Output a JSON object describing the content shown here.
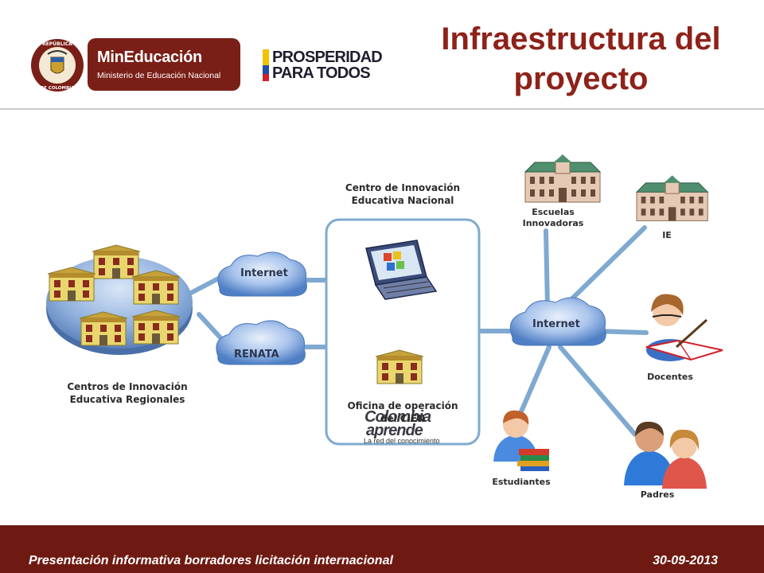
{
  "header": {
    "seal_top": "REPÚBLICA",
    "seal_bottom": "DE COLOMBIA",
    "ministry_name": "MinEducación",
    "ministry_sub": "Ministerio de Educación Nacional",
    "slogan_line1": "PROSPERIDAD",
    "slogan_line2": "PARA TODOS",
    "title_line1": "Infraestructura del",
    "title_line2": "proyecto"
  },
  "diagram": {
    "regional_label_1": "Centros de Innovación",
    "regional_label_2": "Educativa Regionales",
    "cloud_internet_left": "Internet",
    "cloud_renata": "RENATA",
    "national_label_1": "Centro de Innovación",
    "national_label_2": "Educativa Nacional",
    "portal_name_1": "Colombia",
    "portal_name_2": "aprende",
    "portal_tagline": "La red del conocimiento",
    "office_label_1": "Oficina de operación",
    "office_label_2": "del CIEN",
    "cloud_internet_right": "Internet",
    "schools_label_1": "Escuelas",
    "schools_label_2": "Innovadoras",
    "ie_label": "IE",
    "teachers_label": "Docentes",
    "students_label": "Estudiantes",
    "parents_label": "Padres"
  },
  "footer": {
    "left_text": "Presentación informativa borradores licitación internacional",
    "date": "30-09-2013"
  },
  "colors": {
    "brand_red": "#8e2219",
    "footer_bg": "#6e1a12",
    "link_blue": "#7fa9d0",
    "cloud_blue": "#5b8fd6",
    "building_yellow": "#e8d66a"
  }
}
